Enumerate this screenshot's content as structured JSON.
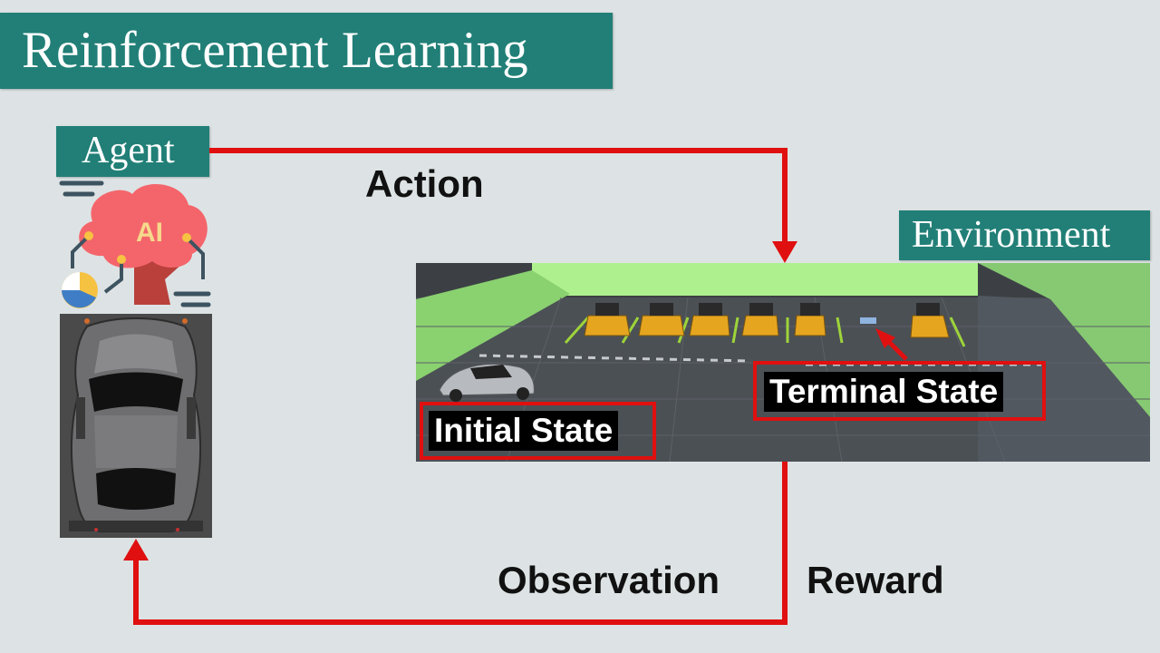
{
  "title": "Reinforcement Learning",
  "agent": {
    "label": "Agent",
    "icon_text": "AI",
    "icon": "brain-ai-icon",
    "image": "car-top-view"
  },
  "environment": {
    "label": "Environment",
    "image": "parking-lot-scene"
  },
  "flows": {
    "action": "Action",
    "observation": "Observation",
    "reward": "Reward"
  },
  "states": {
    "initial": "Initial State",
    "terminal": "Terminal State"
  },
  "colors": {
    "title_bg": "#217f77",
    "arrow": "#e01010",
    "background": "#dde3e4",
    "box_text": "#ffffff"
  }
}
